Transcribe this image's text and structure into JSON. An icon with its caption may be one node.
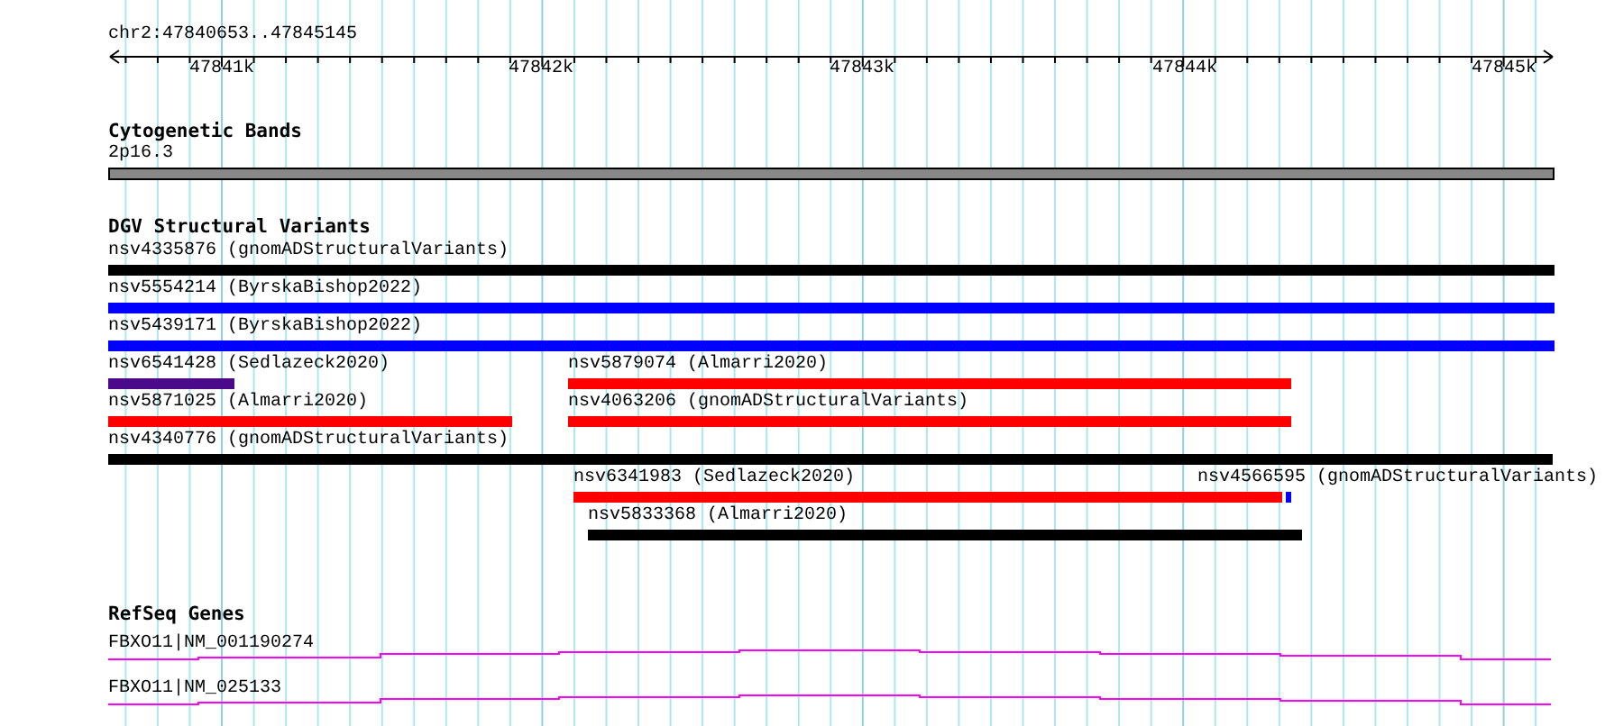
{
  "diagram": {
    "nodes": [
      {
        "text": [
          "2p16.3"
        ]
      },
      {
        "text": [
          "nsv4335876 (gnomADStructuralVariants)"
        ]
      },
      {
        "text": [
          "nsv5554214 (ByrskaBishop2022)"
        ]
      },
      {
        "text": [
          "nsv5439171 (ByrskaBishop2022)"
        ]
      },
      {
        "text": [
          "nsv6541428 (Sedlazeck2020)"
        ]
      },
      {
        "text": [
          "nsv5879074 (Almarri2020)"
        ]
      },
      {
        "text": [
          "nsv5871025 (Almarri2020)"
        ]
      },
      {
        "text": [
          "nsv4063206 (gnomADStructuralVariants)"
        ]
      },
      {
        "text": [
          "nsv4340776 (gnomADStructuralVariants)"
        ]
      },
      {
        "text": [
          "nsv6341983 (Sedlazeck2020)"
        ]
      },
      {
        "text": [
          "nsv4566595 (gnomADStructuralVariants)"
        ]
      },
      {
        "text": [
          "nsv5833368 (Almarri2020)"
        ]
      },
      {
        "text": [
          "FBXO11|NM_001190274"
        ]
      },
      {
        "text": [
          "FBXO11|NM_025133"
        ]
      }
    ],
    "labels": [
      "chr2:47840653..47845145",
      "47841k",
      "47842k",
      "47843k",
      "47844k",
      "47845k",
      "Cytogenetic Bands",
      "DGV Structural Variants",
      "RefSeq Genes"
    ]
  }
}
